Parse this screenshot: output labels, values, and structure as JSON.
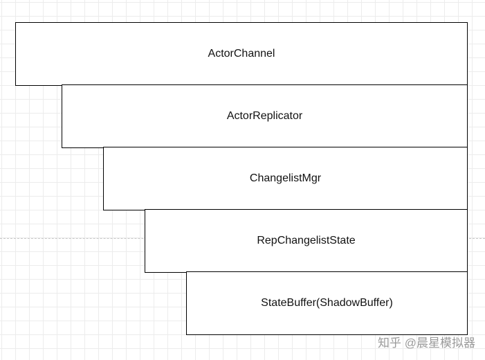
{
  "diagram": {
    "layers": [
      {
        "label": "ActorChannel"
      },
      {
        "label": "ActorReplicator"
      },
      {
        "label": "ChangelistMgr"
      },
      {
        "label": "RepChangelistState"
      },
      {
        "label": "StateBuffer(ShadowBuffer)"
      }
    ]
  },
  "watermark": {
    "text": "知乎 @晨星模拟器"
  },
  "colors": {
    "background": "#ffffff",
    "grid": "#ececec",
    "border": "#000000",
    "text": "#111111"
  }
}
